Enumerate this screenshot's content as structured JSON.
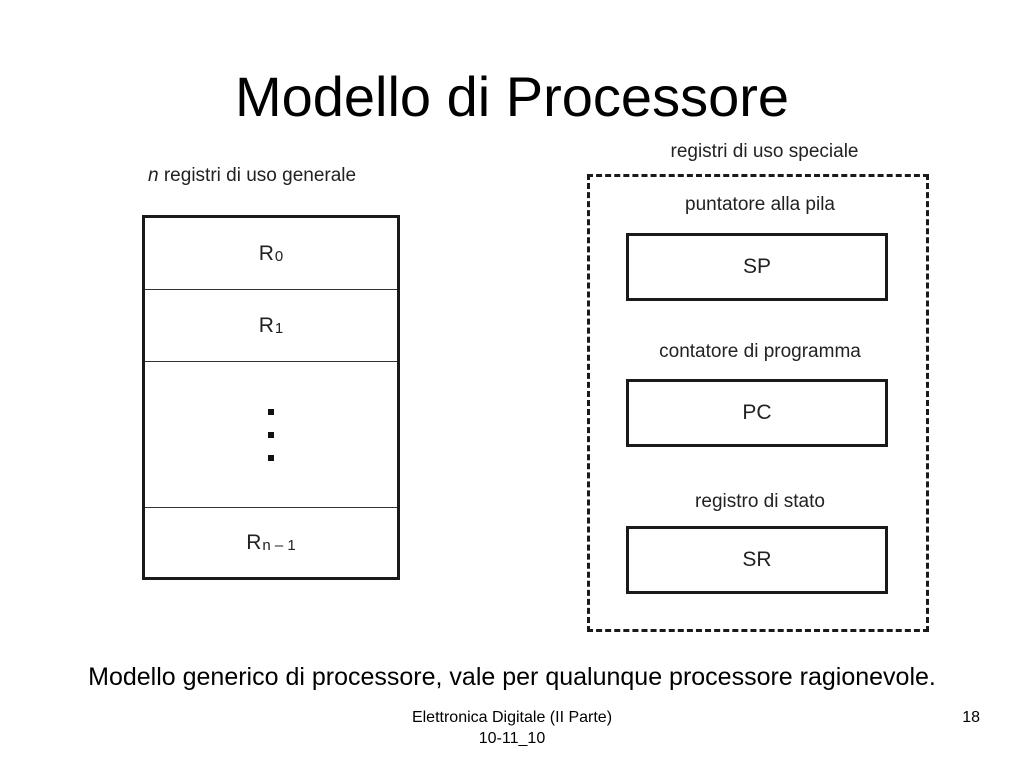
{
  "title": "Modello di Processore",
  "general_registers": {
    "label_prefix": "n",
    "label_rest": " registri di uso generale",
    "r0": {
      "base": "R",
      "sub": "0"
    },
    "r1": {
      "base": "R",
      "sub": "1"
    },
    "rn": {
      "base": "R",
      "sub": "n – 1"
    }
  },
  "special_registers": {
    "label": "registri di uso speciale",
    "items": [
      {
        "label": "puntatore alla pila",
        "register": "SP"
      },
      {
        "label": "contatore di programma",
        "register": "PC"
      },
      {
        "label": "registro di stato",
        "register": "SR"
      }
    ]
  },
  "caption": "Modello generico di processore, vale per qualunque processore ragionevole.",
  "footer": {
    "line1": "Elettronica Digitale (II Parte)",
    "line2": "10-11_10",
    "page_number": "18"
  }
}
